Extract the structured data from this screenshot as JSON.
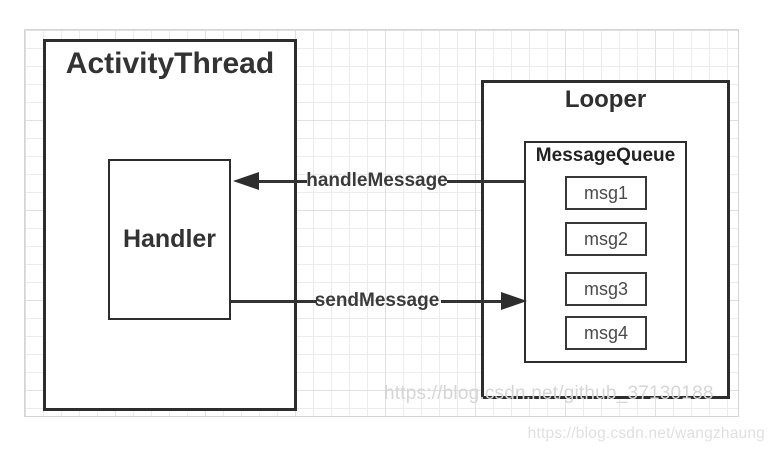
{
  "colors": {
    "box_border": "#2d2d2d",
    "text_dark": "#333333",
    "grid_line": "#ececec",
    "grid_major_line": "#e0e0e0",
    "canvas_border": "#d4d4d4",
    "watermark_github": "#d6d6d6",
    "watermark_wangzhaung": "#e0e0e0"
  },
  "diagram": {
    "activity_thread": {
      "title": "ActivityThread",
      "handler_label": "Handler"
    },
    "looper": {
      "title": "Looper",
      "message_queue": {
        "title": "MessageQueue",
        "messages": [
          "msg1",
          "msg2",
          "msg3",
          "msg4"
        ]
      }
    },
    "connectors": {
      "handle_message": {
        "label": "handleMessage",
        "direction": "left"
      },
      "send_message": {
        "label": "sendMessage",
        "direction": "right"
      }
    }
  },
  "watermarks": {
    "github": "https://blog.csdn.net/github_37130188",
    "wangzhaung": "https://blog.csdn.net/wangzhaung"
  }
}
